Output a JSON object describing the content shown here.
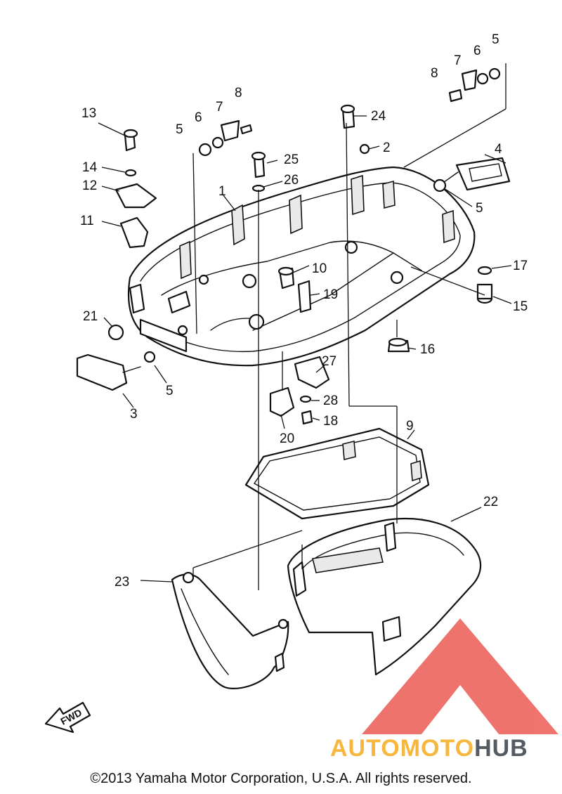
{
  "callouts": [
    "1",
    "2",
    "3",
    "4",
    "5",
    "6",
    "7",
    "8",
    "9",
    "10",
    "11",
    "12",
    "13",
    "14",
    "15",
    "16",
    "17",
    "18",
    "19",
    "20",
    "21",
    "22",
    "23",
    "24",
    "25",
    "26",
    "27",
    "28"
  ],
  "fwd_label": "FWD",
  "watermark": {
    "part1": "AUTOMOTO",
    "part2": "HUB",
    "color_part1": "#f6b73c",
    "color_part2": "#555b63",
    "logo_color": "#e8453c"
  },
  "copyright": "©2013 Yamaha Motor Corporation, U.S.A. All rights reserved."
}
